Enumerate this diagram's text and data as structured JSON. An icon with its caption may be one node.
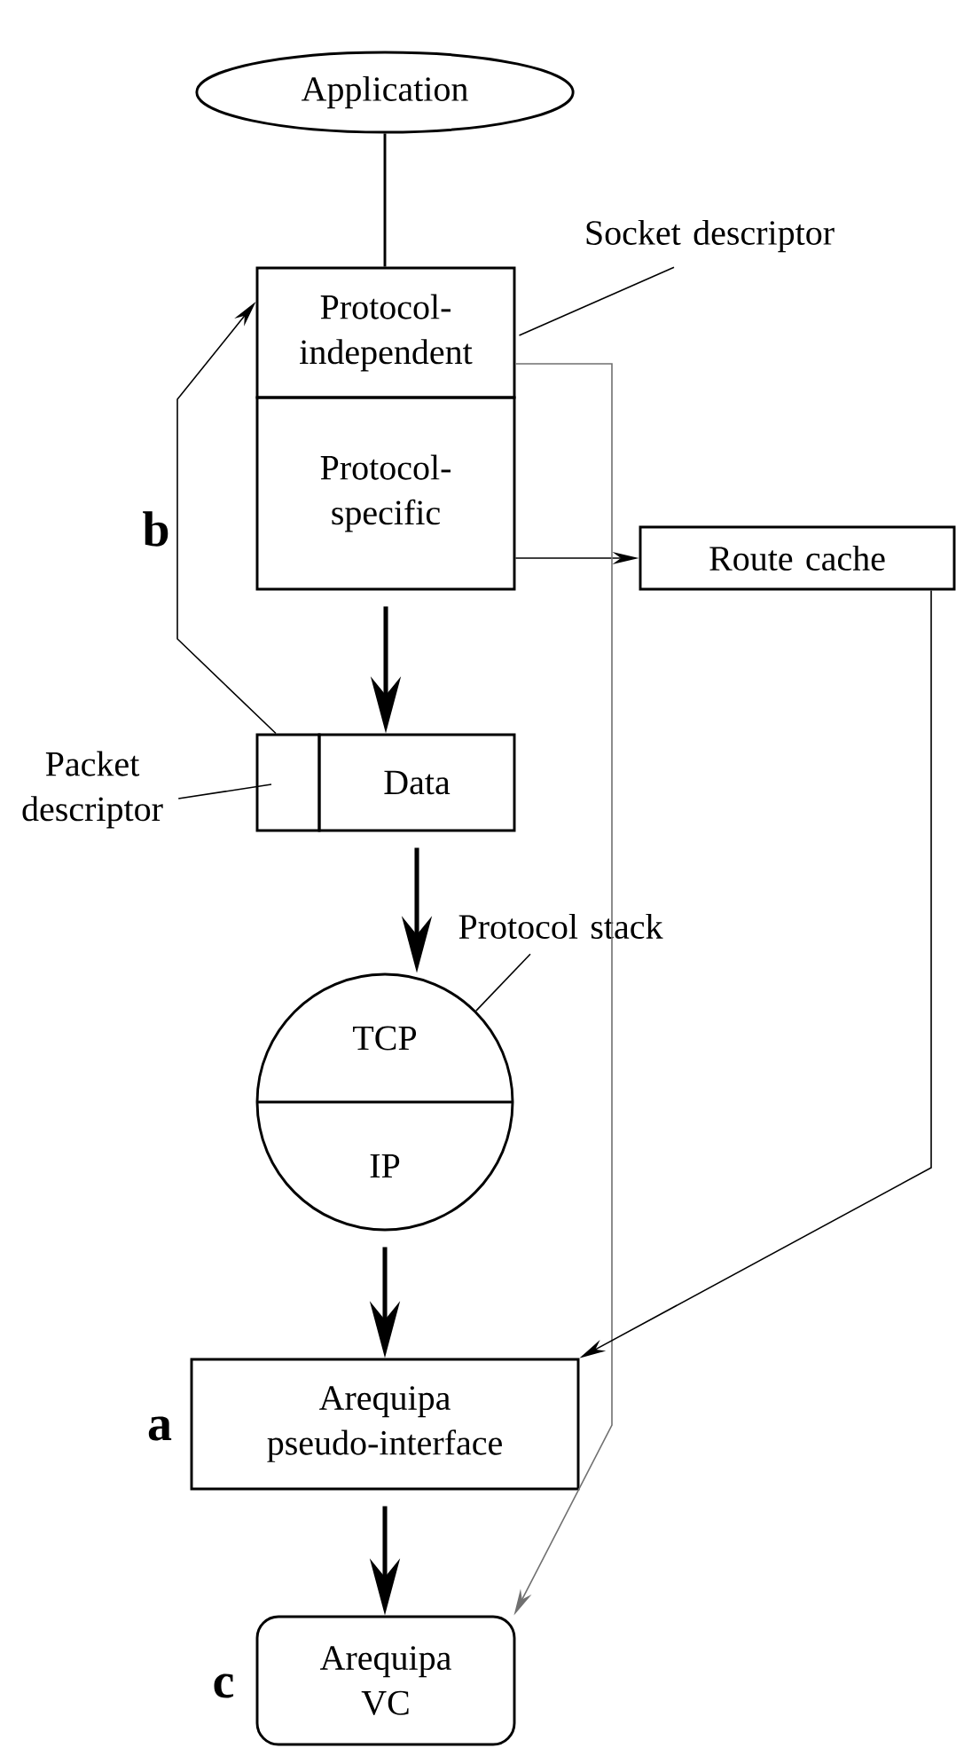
{
  "diagram": {
    "nodes": [
      {
        "text": [
          "Application"
        ]
      },
      {
        "text": [
          "Protocol-independent"
        ]
      },
      {
        "text": [
          "Protocol-specific"
        ]
      },
      {
        "text": [
          "Route cache"
        ]
      },
      {
        "text": [
          "Socket descriptor"
        ]
      },
      {
        "text": [],
        "shape": "box"
      },
      {
        "text": [
          "Data"
        ]
      },
      {
        "text": [
          "Packet descriptor"
        ]
      },
      {
        "text": [
          "TCP",
          "IP"
        ]
      },
      {
        "text": [
          "Protocol stack"
        ]
      },
      {
        "text": [
          "Arequipa pseudo-interface"
        ],
        "beside": [
          "a"
        ]
      },
      {
        "text": [
          "Arequipa VC"
        ],
        "beside": [
          "c"
        ]
      }
    ],
    "edges": [
      {
        "from": 0,
        "to": 1,
        "arrow": "none"
      },
      {
        "from": 2,
        "to": 6,
        "arrow": "to",
        "style": "thick"
      },
      {
        "from": 6,
        "to": 8,
        "arrow": "to",
        "style": "thick"
      },
      {
        "from": 8,
        "to": 10,
        "arrow": "to",
        "style": "thick"
      },
      {
        "from": 10,
        "to": 11,
        "arrow": "to",
        "style": "thick"
      },
      {
        "from": 5,
        "to": 1,
        "arrow": "to",
        "label": "b"
      },
      {
        "from": 2,
        "to": 3,
        "arrow": "to"
      },
      {
        "from": 1,
        "to": 11,
        "arrow": "to",
        "color": "#707070"
      },
      {
        "from": 3,
        "to": 10,
        "arrow": "to"
      },
      {
        "from": 4,
        "to": 1,
        "arrow": "none"
      },
      {
        "from": 7,
        "to": 5,
        "arrow": "none"
      },
      {
        "from": 9,
        "to": 8,
        "arrow": "none"
      }
    ]
  }
}
